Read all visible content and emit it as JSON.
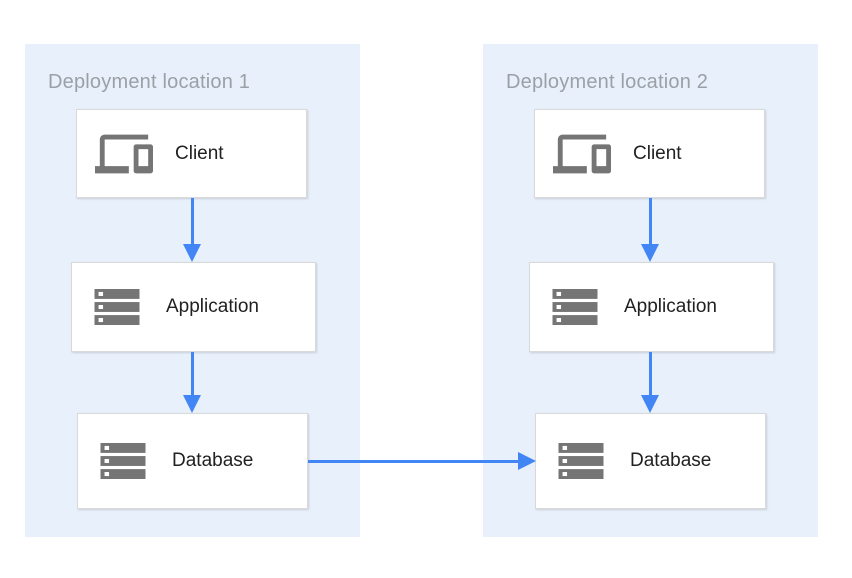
{
  "diagram": {
    "locations": [
      {
        "title": "Deployment location 1",
        "nodes": [
          {
            "id": "client-1",
            "label": "Client",
            "icon": "devices-icon"
          },
          {
            "id": "application-1",
            "label": "Application",
            "icon": "server-stack-icon"
          },
          {
            "id": "database-1",
            "label": "Database",
            "icon": "server-stack-icon"
          }
        ]
      },
      {
        "title": "Deployment location 2",
        "nodes": [
          {
            "id": "client-2",
            "label": "Client",
            "icon": "devices-icon"
          },
          {
            "id": "application-2",
            "label": "Application",
            "icon": "server-stack-icon"
          },
          {
            "id": "database-2",
            "label": "Database",
            "icon": "server-stack-icon"
          }
        ]
      }
    ],
    "connections": [
      {
        "from": "client-1",
        "to": "application-1",
        "direction": "down"
      },
      {
        "from": "application-1",
        "to": "database-1",
        "direction": "down"
      },
      {
        "from": "client-2",
        "to": "application-2",
        "direction": "down"
      },
      {
        "from": "application-2",
        "to": "database-2",
        "direction": "down"
      },
      {
        "from": "database-1",
        "to": "database-2",
        "direction": "right"
      }
    ],
    "colors": {
      "location_bg": "#e8f0fb",
      "node_bg": "#ffffff",
      "node_border": "#d9d9d9",
      "arrow": "#4285f4",
      "icon": "#757575",
      "title_text": "#9aa0a6",
      "label_text": "#212121"
    }
  }
}
